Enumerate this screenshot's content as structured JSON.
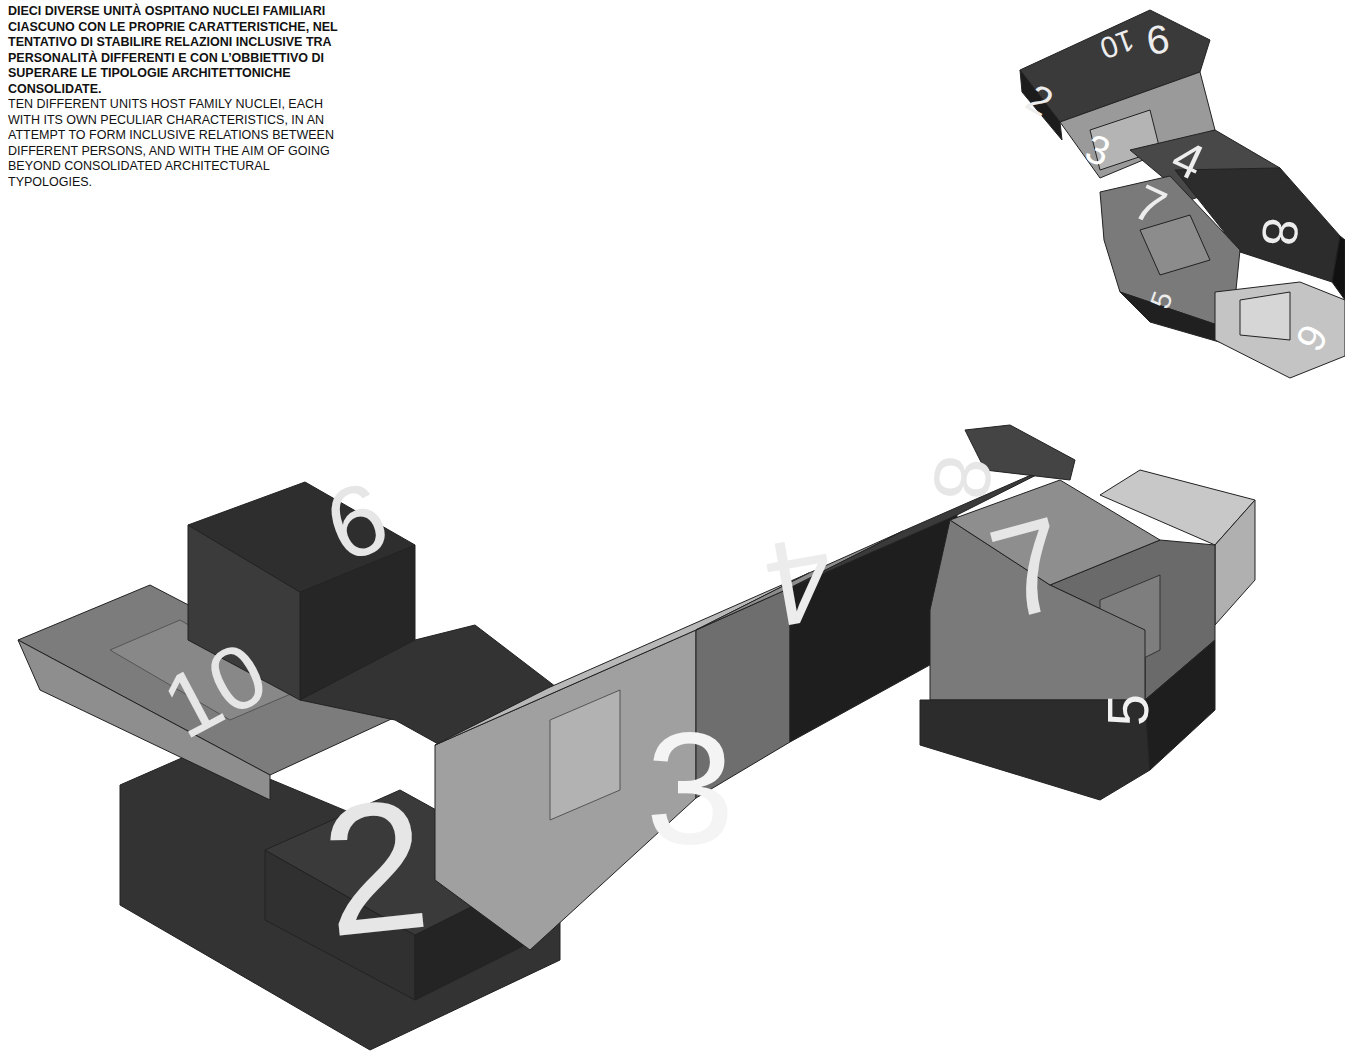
{
  "diagram": {
    "labels": [
      "DIECI DIVERSE UNITÀ OSPITANO NUCLEI FAMILIARI CIASCUNO CON LE PROPRIE CARATTERISTICHE, NEL TENTATIVO DI STABILIRE RELAZIONI INCLUSIVE TRA PERSONALITÀ DIFFERENTI E CON L’OBBIETTIVO DI SUPERARE LE TIPOLOGIE ARCHITETTONICHE CONSOLIDATE.",
      "TEN DIFFERENT UNITS HOST FAMILY NUCLEI, EACH WITH ITS OWN PECULIAR CHARACTERISTICS, IN AN ATTEMPT TO FORM INCLUSIVE RELATIONS BETWEEN DIFFERENT PERSONS, AND WITH THE AIM OF GOING BEYOND CONSOLIDATED ARCHITECTURAL TYPOLOGIES.",
      "10",
      "9",
      "2",
      "3",
      "4",
      "7",
      "8",
      "5",
      "6",
      "8",
      "9",
      "7",
      "4",
      "10",
      "5",
      "3",
      "2"
    ]
  }
}
